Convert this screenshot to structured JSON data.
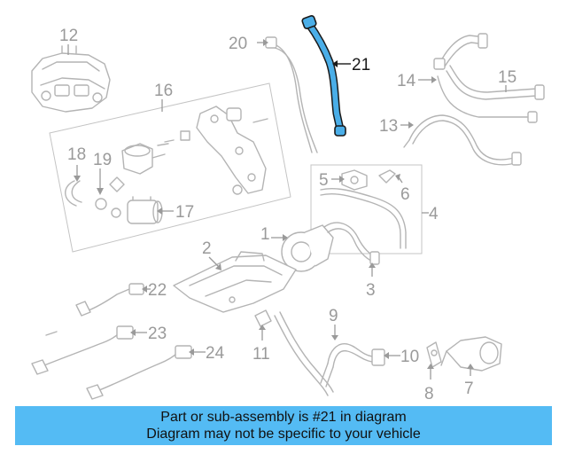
{
  "callouts": {
    "n1": "1",
    "n2": "2",
    "n3": "3",
    "n4": "4",
    "n5": "5",
    "n6": "6",
    "n7": "7",
    "n8": "8",
    "n9": "9",
    "n10": "10",
    "n11": "11",
    "n12": "12",
    "n13": "13",
    "n14": "14",
    "n15": "15",
    "n16": "16",
    "n17": "17",
    "n18": "18",
    "n19": "19",
    "n20": "20",
    "n21": "21",
    "n22": "22",
    "n23": "23",
    "n24": "24"
  },
  "highlight": {
    "part": "21",
    "fill_color": "#4aaee8"
  },
  "caption": {
    "line1": "Part or sub-assembly is #21 in diagram",
    "line2": "Diagram may not be specific to your vehicle",
    "background": "#54bbf4"
  }
}
